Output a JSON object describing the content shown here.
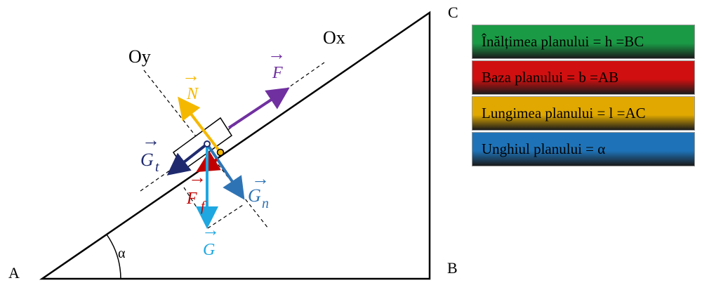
{
  "points": {
    "a": "A",
    "b": "B",
    "c": "C"
  },
  "angle": "α",
  "axes": {
    "x": "Ox",
    "y": "Oy"
  },
  "forces": {
    "f": "F",
    "n": "N",
    "gt": "G",
    "gt_sub": "t",
    "gn": "G",
    "gn_sub": "n",
    "ff": "F",
    "ff_sub": "f",
    "g": "G"
  },
  "vector_mark": "→",
  "legend": [
    {
      "label": "Înălțimea planului = h =BC",
      "color": "#1a9a45"
    },
    {
      "label": "Baza planului = b =AB",
      "color": "#d01010"
    },
    {
      "label": "Lungimea planului = l =AC",
      "color": "#e0a800"
    },
    {
      "label": "Unghiul planului = α",
      "color": "#1e73b8"
    }
  ],
  "colors": {
    "F": "#7030a0",
    "N": "#f5b800",
    "Gt": "#1f2a6e",
    "Gn": "#2e74b5",
    "Ff": "#c00000",
    "G": "#1ea7e0"
  }
}
